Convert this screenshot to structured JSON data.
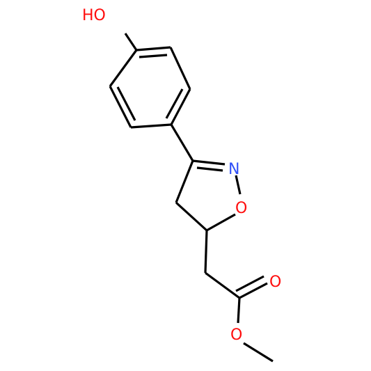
{
  "colors": {
    "bond": "#000000",
    "oxygen": "#ff0d0d",
    "nitrogen": "#3050f8",
    "background": "#ffffff"
  },
  "atoms": {
    "hydroxyl": "HO",
    "ring_nitrogen": "N",
    "ring_oxygen": "O",
    "carbonyl_oxygen": "O",
    "ester_oxygen": "O"
  }
}
